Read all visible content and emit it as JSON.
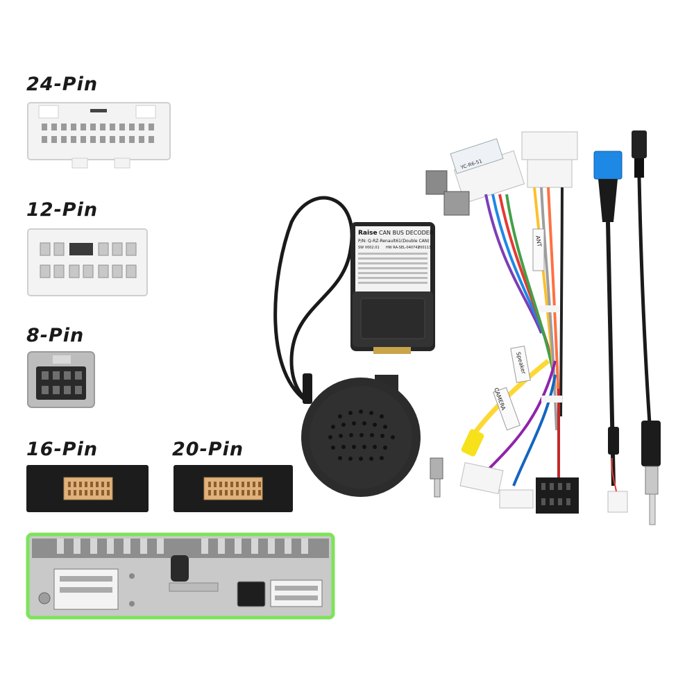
{
  "labels": {
    "pin24": "24-Pin",
    "pin12": "12-Pin",
    "pin8": "8-Pin",
    "pin16": "16-Pin",
    "pin20": "20-Pin"
  },
  "decoder": {
    "brand": "Raise",
    "title": "CAN BUS DECODER",
    "part": "P/N: Q-RZ-Renault61(Double CAN)",
    "version": "SW V002.01",
    "hw": "HW RA-SEL-040742",
    "date": "200113"
  },
  "cable_tags": {
    "speaker": "Speaker",
    "camera": "CAMERA",
    "antenna": "ANT",
    "tag": "YC-R6-51"
  },
  "colors": {
    "highlight_border": "#7de35a",
    "connector_white": "#f2f2f2",
    "connector_gray": "#bdbdbd",
    "housing_black": "#1c1c1c",
    "pins_gold": "#e0b27a"
  }
}
